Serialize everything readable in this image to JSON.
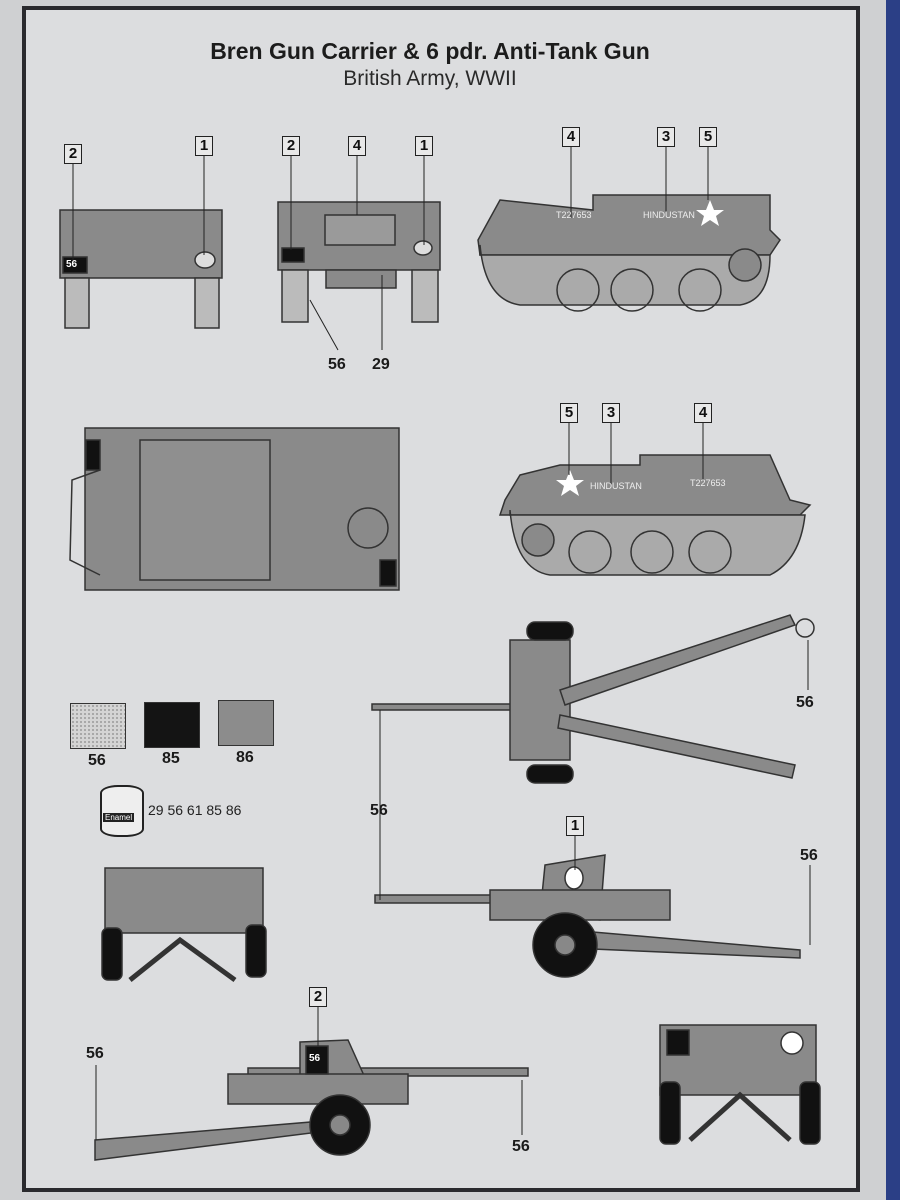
{
  "header": {
    "title": "Bren Gun Carrier & 6 pdr. Anti-Tank Gun",
    "subtitle": "British Army, WWII"
  },
  "callouts": {
    "front_left": "2",
    "front_right": "1",
    "rear_left": "2",
    "rear_mid": "4",
    "rear_right": "1",
    "side1_a": "4",
    "side1_b": "3",
    "side1_c": "5",
    "side2_a": "5",
    "side2_b": "3",
    "side2_c": "4",
    "gun_side1": "1",
    "gun_side2": "2"
  },
  "numbers": {
    "rear_56": "56",
    "rear_29": "29",
    "gun_top_56": "56",
    "gun_left_56": "56",
    "gun_side1_56": "56",
    "gun_side2_left_56": "56",
    "gun_side2_right_56": "56"
  },
  "decals": {
    "plate": "56",
    "serial": "T227653",
    "name": "HINDUSTAN"
  },
  "swatches": [
    {
      "code": "56",
      "color": "#d4d4d4"
    },
    {
      "code": "85",
      "color": "#141414"
    },
    {
      "code": "86",
      "color": "#8c8c8c"
    }
  ],
  "enamel": {
    "label": "Enamel",
    "paints": "29 56 61 85 86"
  },
  "colors": {
    "vehicle": "#8a8a8a",
    "frame": "#2a2a2e",
    "paper": "#dcdddf"
  }
}
